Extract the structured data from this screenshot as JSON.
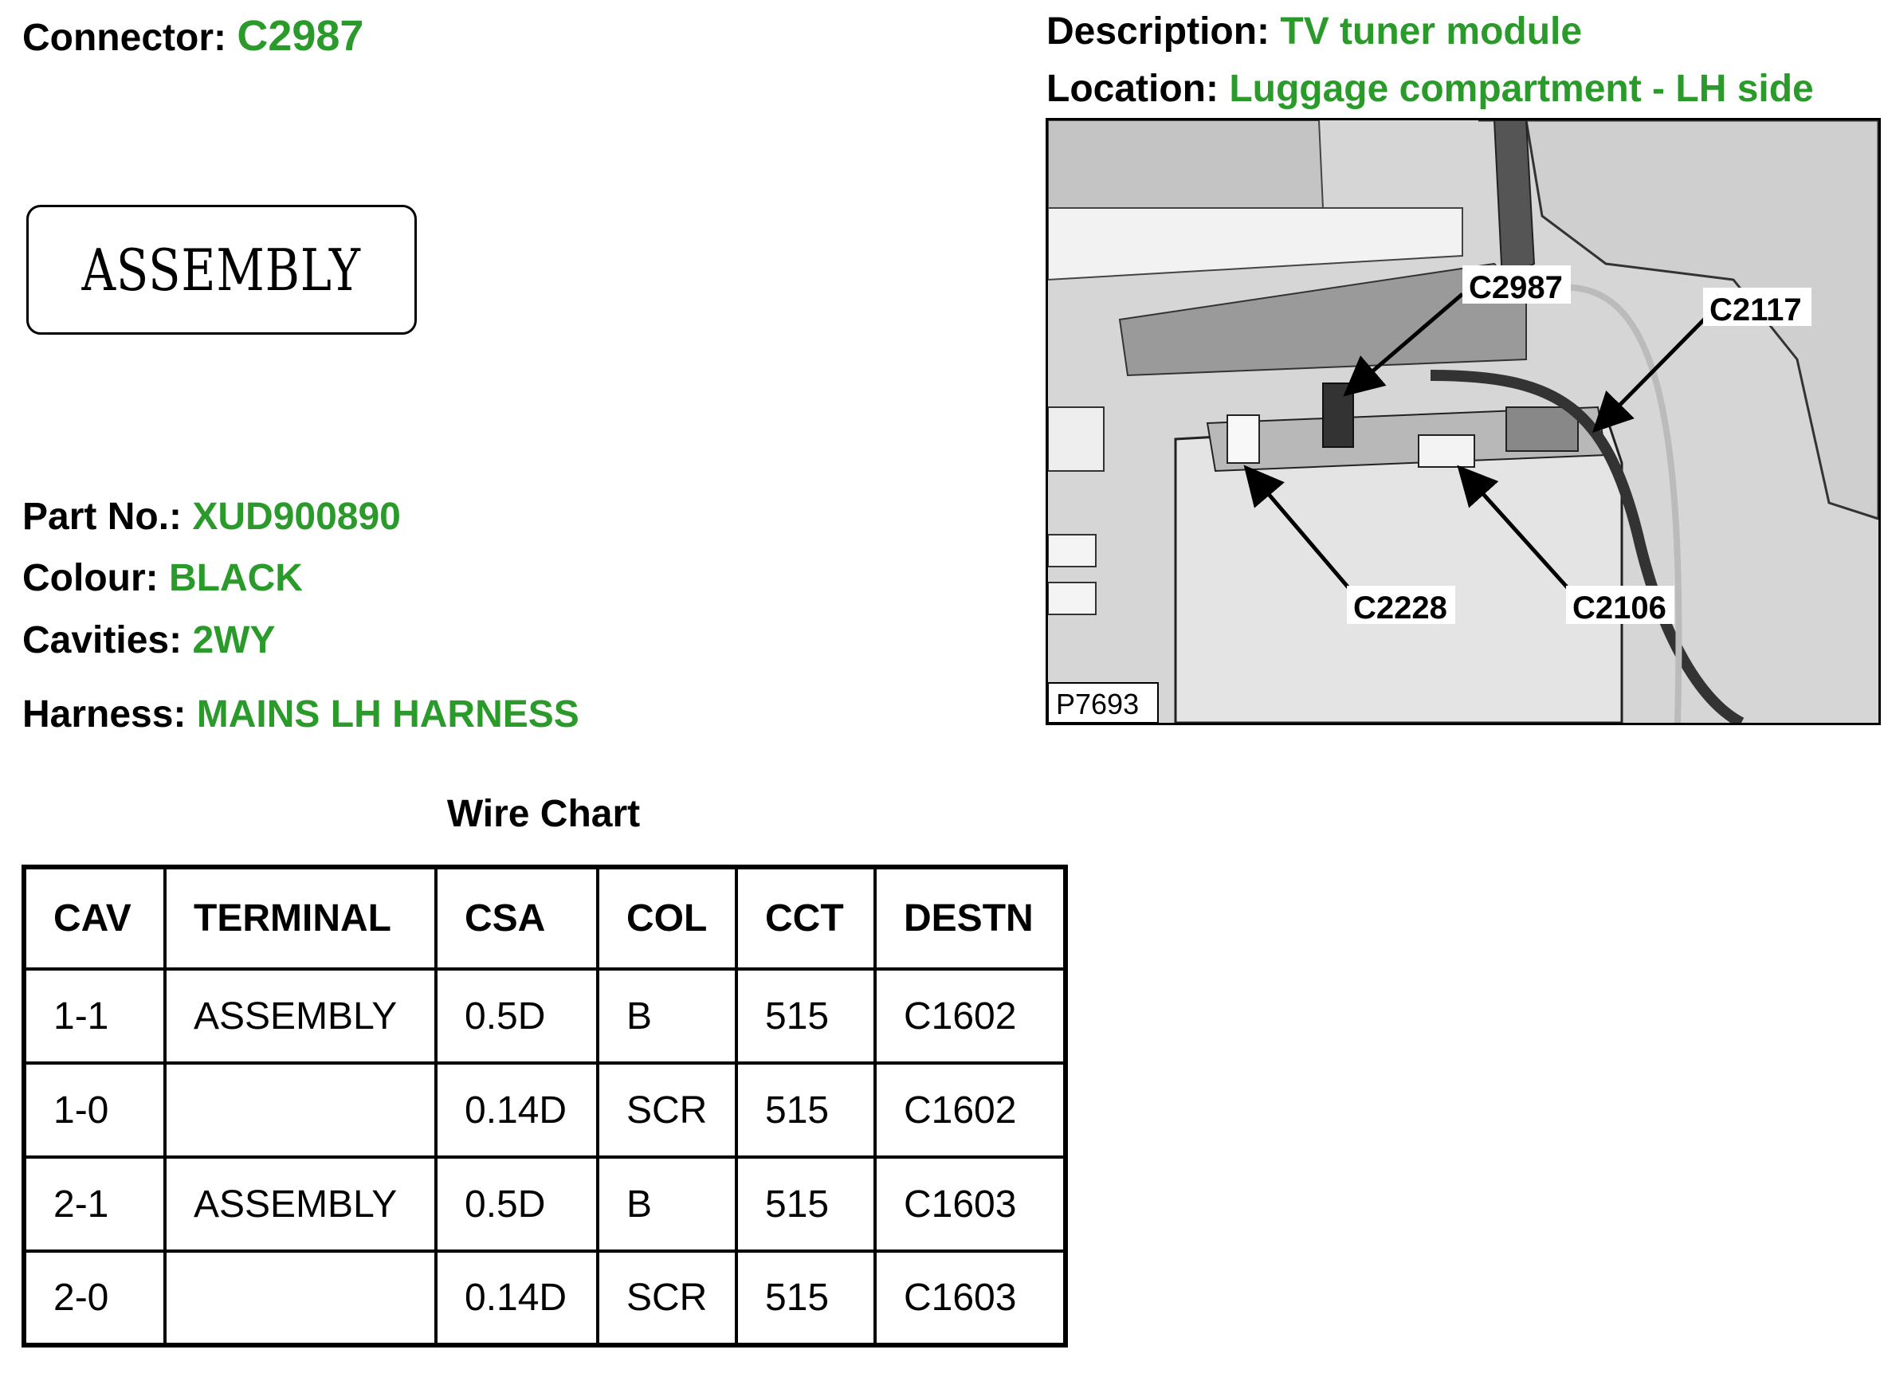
{
  "connector": {
    "label": "Connector:",
    "value": "C2987"
  },
  "description": {
    "label": "Description:",
    "value": "TV tuner module"
  },
  "location": {
    "label": "Location:",
    "value": "Luggage compartment - LH side"
  },
  "assembly_box": "ASSEMBLY",
  "part_no": {
    "label": "Part No.:",
    "value": "XUD900890"
  },
  "colour": {
    "label": "Colour:",
    "value": "BLACK"
  },
  "cavities": {
    "label": "Cavities:",
    "value": "2WY"
  },
  "harness": {
    "label": "Harness:",
    "value": "MAINS LH HARNESS"
  },
  "wire_chart": {
    "title": "Wire Chart",
    "headers": [
      "CAV",
      "TERMINAL",
      "CSA",
      "COL",
      "CCT",
      "DESTN"
    ],
    "rows": [
      [
        "1-1",
        "ASSEMBLY",
        "0.5D",
        "B",
        "515",
        "C1602"
      ],
      [
        "1-0",
        "",
        "0.14D",
        "SCR",
        "515",
        "C1602"
      ],
      [
        "2-1",
        "ASSEMBLY",
        "0.5D",
        "B",
        "515",
        "C1603"
      ],
      [
        "2-0",
        "",
        "0.14D",
        "SCR",
        "515",
        "C1603"
      ]
    ]
  },
  "photo": {
    "callouts": [
      "C2987",
      "C2117",
      "C2228",
      "C2106"
    ],
    "figure_id": "P7693"
  },
  "colors": {
    "value_green": "#2a9a2a"
  }
}
